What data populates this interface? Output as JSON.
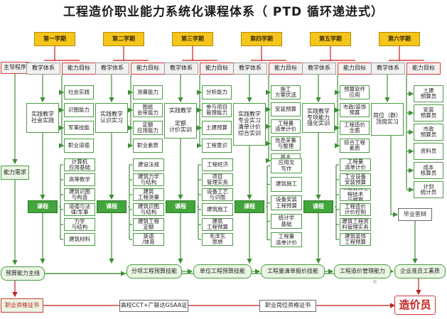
{
  "title": "工程造价职业能力系统化课程体系（ PTD 循环递进式）",
  "semesters": [
    "第一学期",
    "第二学期",
    "第三学期",
    "第四学期",
    "第五学期",
    "第六学期"
  ],
  "headers": {
    "teaching": "教学体系",
    "ability": "能力目标"
  },
  "left": {
    "main_program": "主导程序",
    "ability_need": "能力需求",
    "budget_line": "预算能力主线",
    "qualification": "职业资格证书"
  },
  "practices": [
    "实践教学\n社会实践",
    "实践教学\n认识实习",
    "实践教学\n\n定额\n计价实训",
    "实践教学\n专业实习\n清单计价\n综合实训",
    "实践教学\n专项能力\n强化实训",
    "岗位（群）\n顶岗实习"
  ],
  "course_label": "课程",
  "abilities": [
    [
      "社会实践",
      "识图能力",
      "军事技能",
      "职业道德"
    ],
    [
      "测量能力",
      "图纸\n会审能力",
      "定额\n应用能力",
      "职业素质"
    ],
    [
      "分析能力",
      "参与项目\n管理能力",
      "土建预算",
      "工程意识"
    ],
    [
      "施工\n方案优选",
      "安装预算",
      "工程量\n清单计价",
      "信息采集\n与整理",
      "基本\n工程素质"
    ],
    [
      "预算软件\n应用",
      "市政/装饰\n预算",
      "工程造价\n全面",
      "综合工程\n素质"
    ],
    [
      "土建\n预算员",
      "安装\n预算员",
      "市政\n预算员",
      "资料员",
      "成本\n核算员",
      "计划\n统计员"
    ]
  ],
  "courses": [
    [
      "计算机\n应用基础",
      "高等数学",
      "建筑识图\n与构造",
      "道德与法\n律/军事",
      "力学\n与结构",
      "建筑材料"
    ],
    [
      "建设法规",
      "建筑力学\n与结构",
      "建筑\n工程测量",
      "建筑识图\n与结构",
      "建筑工程\n定额",
      "英语\n/体育"
    ],
    [
      "工程经济",
      "项目\n管理实务",
      "设备工艺\n与识图",
      "建筑施工",
      "建筑\n工程预算",
      "毛泽东\n思想"
    ],
    [
      "应用文\n写作",
      "建筑施工",
      "设备安装\n工程预算",
      "统计学\n基础",
      "工程量\n清单计价"
    ],
    [
      "工程量\n清单计价",
      "工业设备\n安装预算",
      "市政装饰工程技术\n与预算",
      "工程造价\n计价控制",
      "建筑工程资\n料管理实务",
      "建筑装饰\n工程预算"
    ]
  ],
  "graduation": "毕业答辩",
  "skills": [
    "分项工程预算技能",
    "单位工程预算技能",
    "工程量清单报价技能",
    "工程造价管理能力",
    "企业准员工素质"
  ],
  "certs": [
    "高校CCT+广联达GSAA证",
    "职业岗位资格证书"
  ],
  "final": "造价员"
}
